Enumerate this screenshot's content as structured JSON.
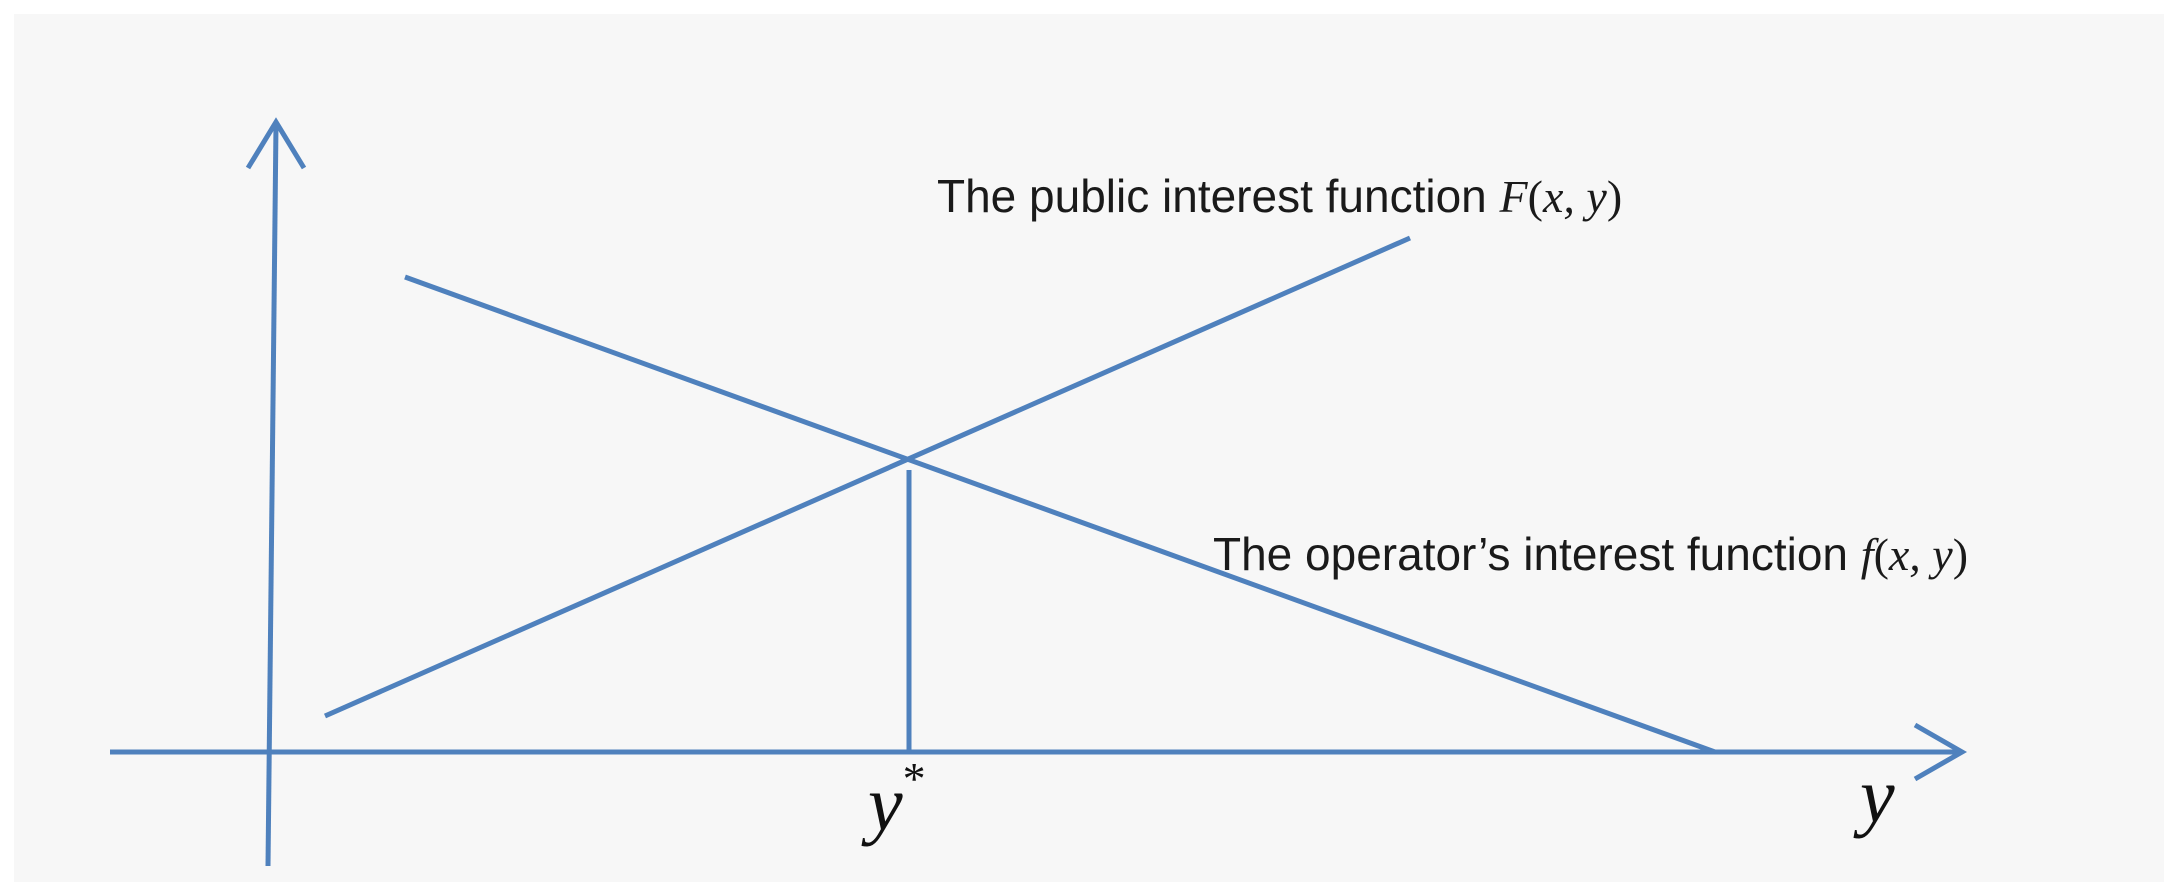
{
  "colors": {
    "background": "#f7f7f7",
    "line": "#4f81bd",
    "text": "#1a1a1a"
  },
  "labels": {
    "public": {
      "text": "The public interest function ",
      "func": "F",
      "args": "x, y"
    },
    "operator": {
      "text": "The operator’s interest function ",
      "func": "f",
      "args": "x, y"
    },
    "equilibrium": {
      "var": "y",
      "sup": "*"
    },
    "x_axis": "y"
  }
}
